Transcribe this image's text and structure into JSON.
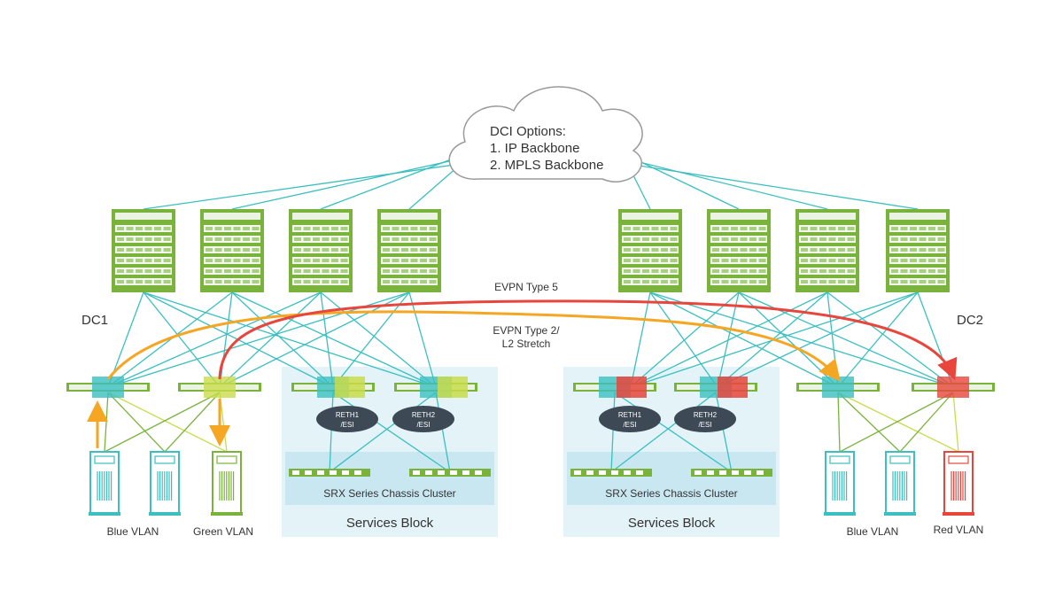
{
  "cloud": {
    "line1": "DCI Options:",
    "line2": "1. IP Backbone",
    "line3": "2. MPLS Backbone"
  },
  "dc_labels": {
    "left": "DC1",
    "right": "DC2"
  },
  "links": {
    "type5": "EVPN Type 5",
    "type2_line1": "EVPN Type 2/",
    "type2_line2": "L2 Stretch"
  },
  "services": [
    {
      "title": "Services Block",
      "cluster": "SRX Series Chassis Cluster",
      "reth1_a": "RETH1",
      "reth1_b": "/ESI",
      "reth2_a": "RETH2",
      "reth2_b": "/ESI"
    },
    {
      "title": "Services Block",
      "cluster": "SRX Series Chassis Cluster",
      "reth1_a": "RETH1",
      "reth1_b": "/ESI",
      "reth2_a": "RETH2",
      "reth2_b": "/ESI"
    }
  ],
  "vlans": {
    "dc1_blue": "Blue VLAN",
    "dc1_green": "Green VLAN",
    "dc2_blue": "Blue VLAN",
    "dc2_red": "Red VLAN"
  },
  "colors": {
    "teal": "#3bbfc0",
    "green": "#7ab33c",
    "lime": "#c8dc4a",
    "red": "#e8453c",
    "orange": "#f5a623",
    "services_bg": "#e3f3f8",
    "cloud_stroke": "#9a9a9a"
  }
}
